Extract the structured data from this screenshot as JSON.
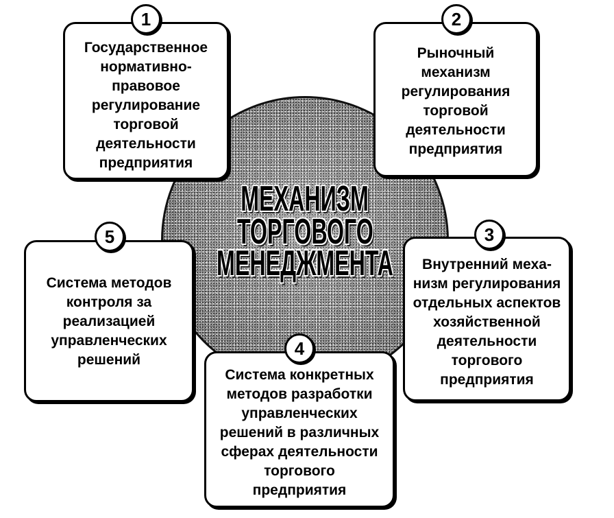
{
  "center": {
    "lines": [
      "МЕХАНИЗМ",
      "ТОРГОВОГО",
      "МЕНЕДЖМЕНТА"
    ]
  },
  "boxes": [
    {
      "number": "1",
      "lines": [
        "Государственное",
        "нормативно-",
        "правовое",
        "регулирование",
        "торговой",
        "деятельности",
        "предприятия"
      ]
    },
    {
      "number": "2",
      "lines": [
        "Рыночный",
        "механизм",
        "регулирования",
        "торговой",
        "деятельности",
        "предприятия"
      ]
    },
    {
      "number": "3",
      "lines": [
        "Внутренний меха-",
        "низм регулирования",
        "отдельных аспектов",
        "хозяйственной",
        "деятельности",
        "торгового",
        "предприятия"
      ]
    },
    {
      "number": "4",
      "lines": [
        "Система конкретных",
        "методов разработки",
        "управленческих",
        "решений в различных",
        "сферах деятельности",
        "торгового",
        "предприятия"
      ]
    },
    {
      "number": "5",
      "lines": [
        "Система методов",
        "контроля за",
        "реализацией",
        "управленческих",
        "решений"
      ]
    }
  ]
}
